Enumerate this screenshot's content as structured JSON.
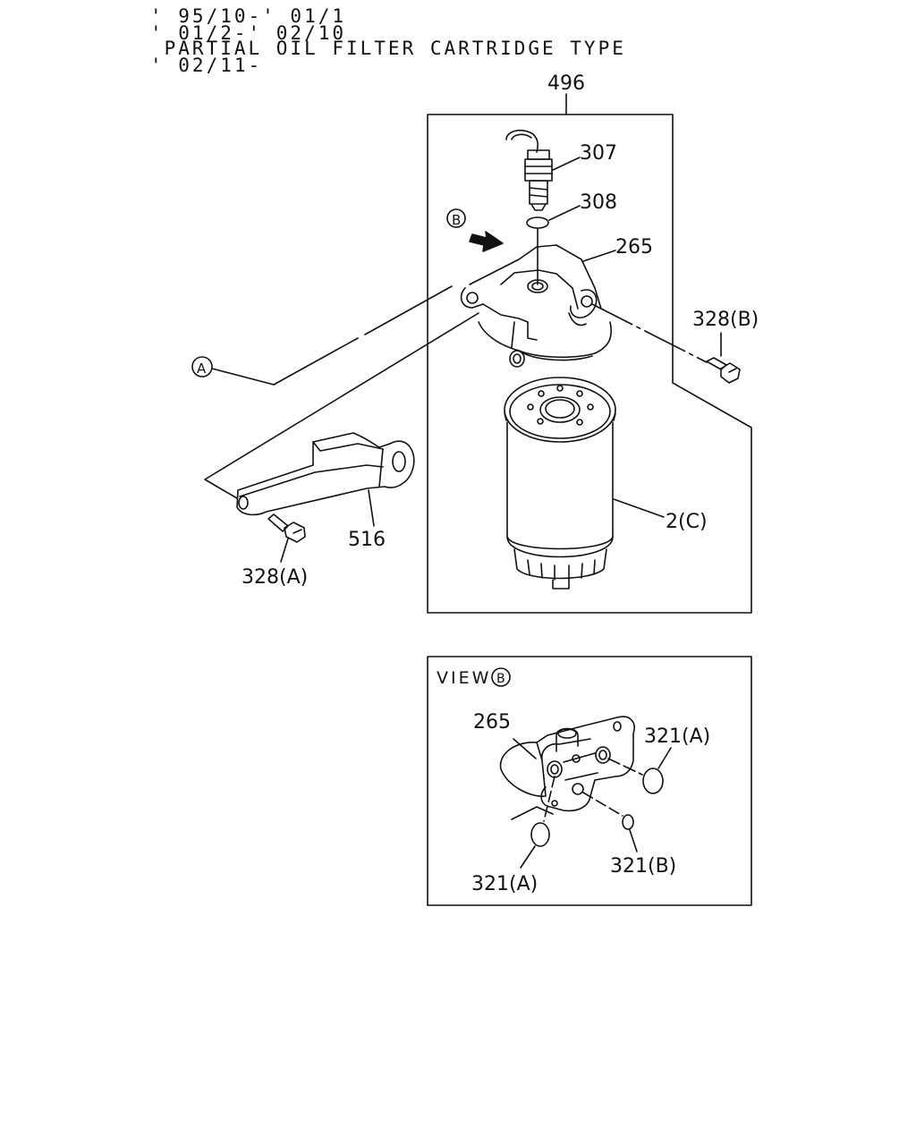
{
  "header": {
    "line1": "' 95/10-' 01/1",
    "line2": "' 01/2-' 02/10",
    "line3": " PARTIAL OIL FILTER CARTRIDGE TYPE",
    "line4": "' 02/11-"
  },
  "labels": {
    "assembly": "496",
    "sensor": "307",
    "oring_small": "308",
    "head": "265",
    "bolt_b": "328(B)",
    "bolt_a": "328(A)",
    "bracket": "516",
    "cartridge": "2(C)",
    "ref_a": "A",
    "ref_b": "B"
  },
  "view_b": {
    "title": "VIEW",
    "marker": "B",
    "head": "265",
    "oring_a_top": "321(A)",
    "oring_a_bottom": "321(A)",
    "oring_b": "321(B)"
  }
}
